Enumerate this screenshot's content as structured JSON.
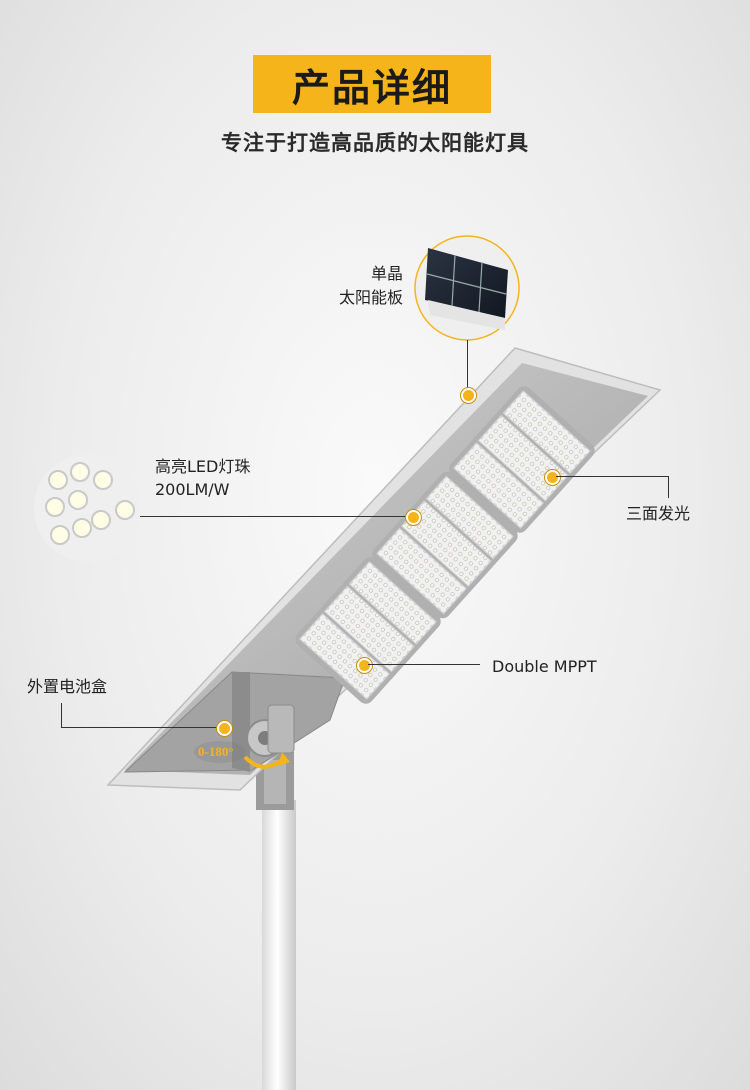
{
  "header": {
    "title": "产品详细",
    "subtitle": "专注于打造高品质的太阳能灯具"
  },
  "callouts": {
    "solar_panel_line1": "单晶",
    "solar_panel_line2": "太阳能板",
    "led_line1": "高亮LED灯珠",
    "led_line2": "200LM/W",
    "three_side": "三面发光",
    "mppt": "Double MPPT",
    "battery_box": "外置电池盒"
  },
  "angle_badge": "0-180°",
  "colors": {
    "accent": "#f4b41a",
    "text": "#222222",
    "background": "#ececec"
  }
}
